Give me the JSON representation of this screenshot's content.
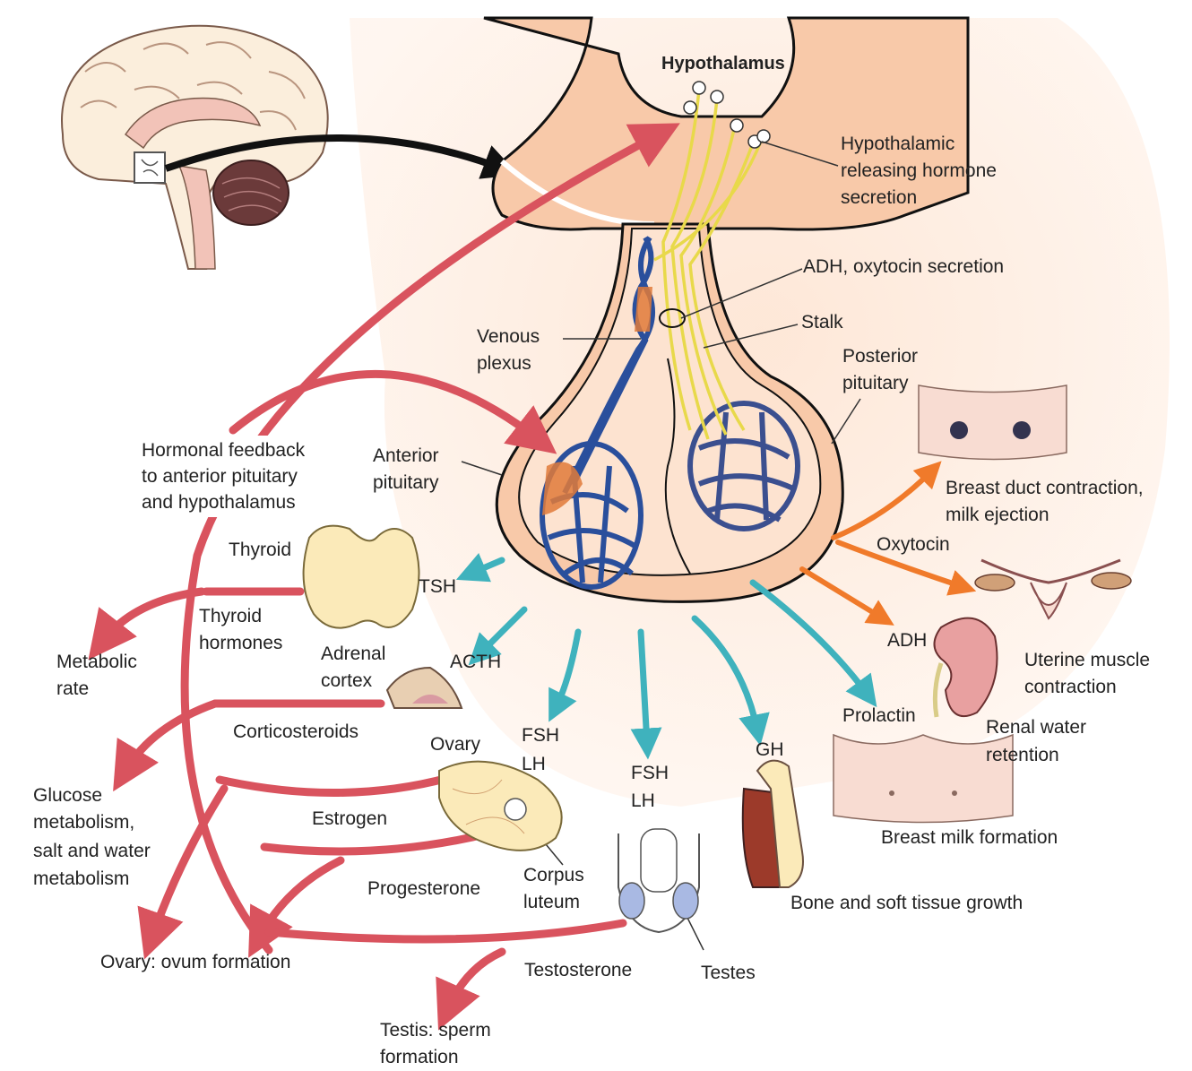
{
  "labels": {
    "hypothalamus": "Hypothalamus",
    "releasing_1": "Hypothalamic",
    "releasing_2": "releasing hormone",
    "releasing_3": "secretion",
    "adh_oxytocin": "ADH, oxytocin secretion",
    "stalk": "Stalk",
    "venous_1": "Venous",
    "venous_2": "plexus",
    "posterior_1": "Posterior",
    "posterior_2": "pituitary",
    "anterior_1": "Anterior",
    "anterior_2": "pituitary",
    "feedback_1": "Hormonal feedback",
    "feedback_2": "to anterior pituitary",
    "feedback_3": "and hypothalamus",
    "thyroid": "Thyroid",
    "tsh": "TSH",
    "thyroid_hormones_1": "Thyroid",
    "thyroid_hormones_2": "hormones",
    "metabolic_1": "Metabolic",
    "metabolic_2": "rate",
    "adrenal_1": "Adrenal",
    "adrenal_2": "cortex",
    "acth": "ACTH",
    "corticosteroids": "Corticosteroids",
    "glucose_1": "Glucose",
    "glucose_2": "metabolism,",
    "glucose_3": "salt and water",
    "glucose_4": "metabolism",
    "ovary": "Ovary",
    "fsh_lh_1a": "FSH",
    "fsh_lh_1b": "LH",
    "fsh_lh_2a": "FSH",
    "fsh_lh_2b": "LH",
    "estrogen": "Estrogen",
    "progesterone": "Progesterone",
    "corpus_1": "Corpus",
    "corpus_2": "luteum",
    "ovum": "Ovary: ovum formation",
    "testosterone": "Testosterone",
    "testes": "Testes",
    "sperm_1": "Testis: sperm",
    "sperm_2": "formation",
    "gh": "GH",
    "bone": "Bone and soft tissue growth",
    "prolactin": "Prolactin",
    "breast_milk": "Breast milk formation",
    "adh": "ADH",
    "renal_1": "Renal water",
    "renal_2": "retention",
    "oxytocin": "Oxytocin",
    "uterine_1": "Uterine muscle",
    "uterine_2": "contraction",
    "breast_duct_1": "Breast duct contraction,",
    "breast_duct_2": "milk ejection"
  },
  "colors": {
    "feedback_arrow": "#d9535e",
    "anterior_arrow": "#3fb2bd",
    "posterior_arrow": "#f07a2a",
    "tissue": "#f8c9a9",
    "tissue_light": "#fde3d0",
    "vessel": "#2a4f9c",
    "nerve": "#e8d94a"
  }
}
